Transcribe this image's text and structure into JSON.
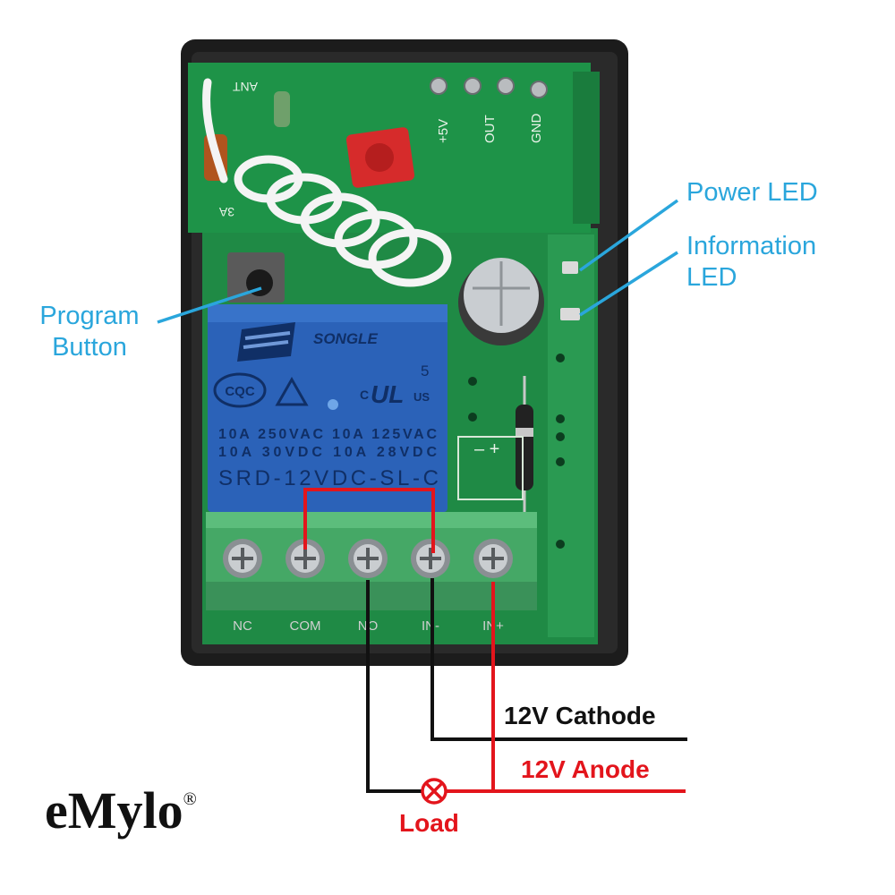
{
  "callouts": {
    "power_led": "Power LED",
    "information_led_line1": "Information",
    "information_led_line2": "LED",
    "program_button_line1": "Program",
    "program_button_line2": "Button"
  },
  "module_pins": [
    "+5V",
    "OUT",
    "GND"
  ],
  "antenna_label": "ANT",
  "board_code_fragment": "3A",
  "relay": {
    "brand": "SONGLE",
    "rating_line1": "10A 250VAC  10A 125VAC",
    "rating_line2": "10A 30VDC   10A 28VDC",
    "model": "SRD-12VDC-SL-C",
    "cert_mark": "CQC",
    "ul_mark": "US",
    "ul_number": "5",
    "ul_prefix": "C"
  },
  "terminals": [
    "NC",
    "COM",
    "NO",
    "IN-",
    "IN+"
  ],
  "wiring": {
    "cathode_label": "12V Cathode",
    "anode_label": "12V Anode",
    "load_label": "Load"
  },
  "brand": {
    "name": "eMylo",
    "mark": "®"
  },
  "colors": {
    "callout": "#2aa6dc",
    "anode_wire": "#e3151c",
    "cathode_wire": "#111111",
    "pcb": "#1f8a45",
    "relay": "#2b62b8",
    "terminal_block": "#45a866",
    "case": "#1c1c1c"
  }
}
